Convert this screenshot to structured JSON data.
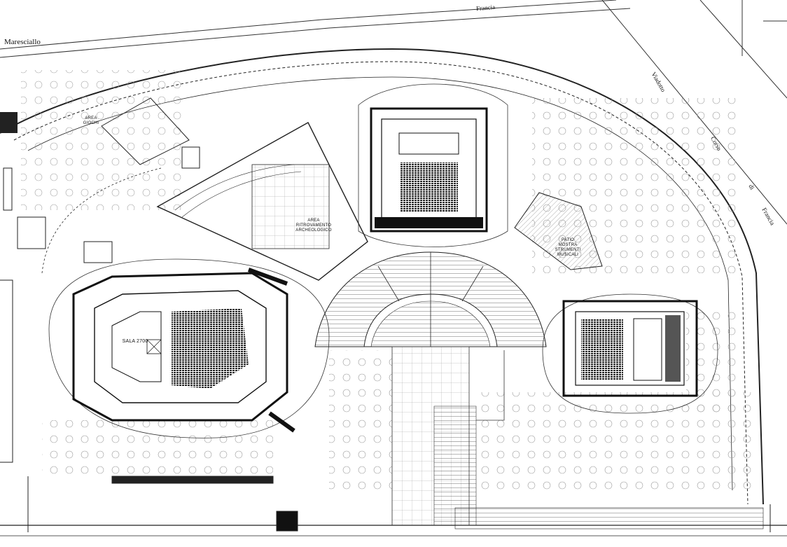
{
  "streets": {
    "maresciallo": "Maresciallo",
    "francia": "Francia",
    "viadotto": "Viadotto",
    "corso": "Corso",
    "di": "di",
    "francia2": "Francia"
  },
  "zones": {
    "area_giochi_1": "AREA",
    "area_giochi_2": "GIOCHI",
    "area_archeo_1": "AREA",
    "area_archeo_2": "RITROVAMENTO",
    "area_archeo_3": "ARCHEOLOGICO",
    "patio_1": "PATIO",
    "patio_2": "MOSTRA",
    "patio_3": "STRUMENTI",
    "patio_4": "MUSICALI",
    "sala": "SALA 2700"
  }
}
